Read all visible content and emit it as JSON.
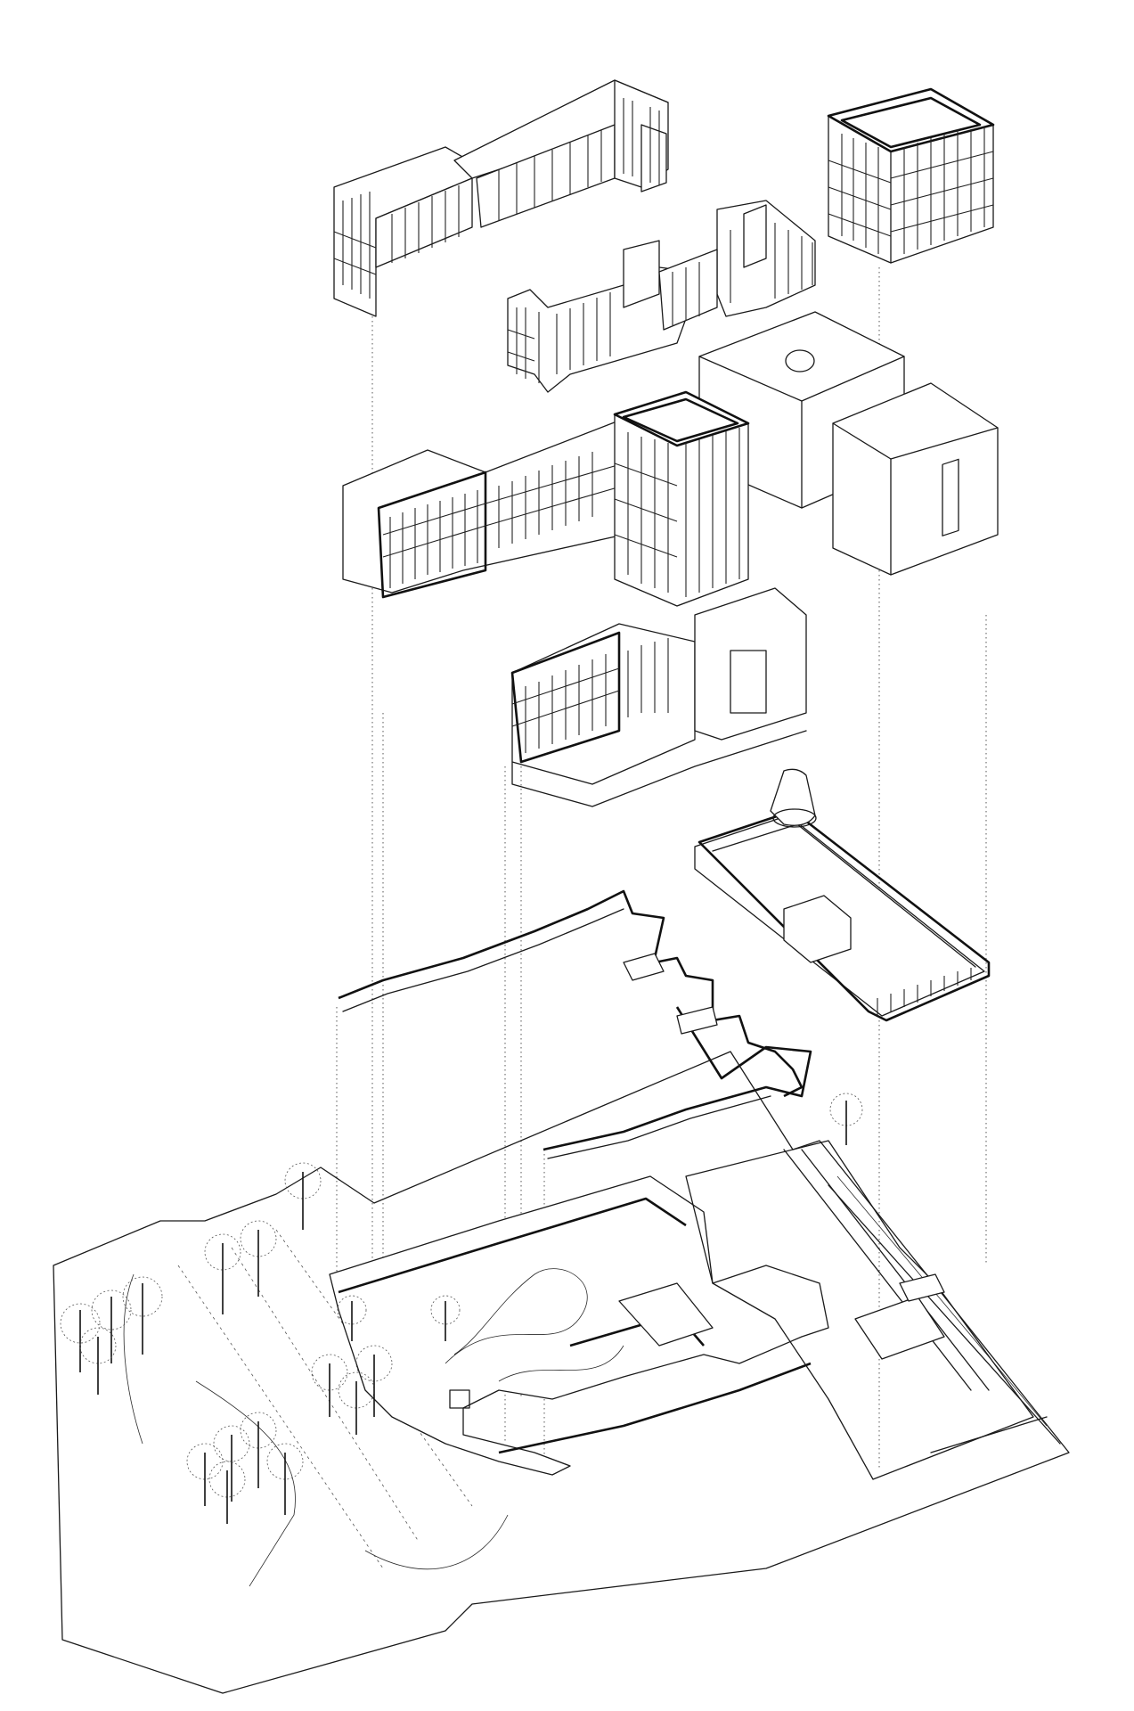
{
  "drawing": {
    "type": "exploded-axonometric",
    "layers": [
      {
        "id": "upper-blocks",
        "label": ""
      },
      {
        "id": "lower-volumes",
        "label": ""
      },
      {
        "id": "ground-floor-walls",
        "label": ""
      },
      {
        "id": "site-plan",
        "label": ""
      }
    ]
  }
}
